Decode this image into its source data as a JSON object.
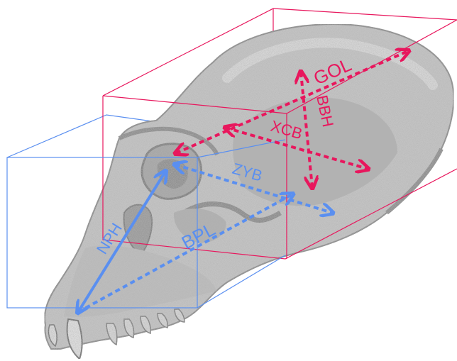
{
  "colors": {
    "measurement_red": "#e8175d",
    "measurement_blue": "#5a8ff0",
    "skull_fill": "#c4c4c4",
    "skull_shade": "#9a9a9a",
    "skull_dark": "#7a7a7a"
  },
  "labels": {
    "gol": "GOL",
    "bbh": "BBH",
    "xcb": "XCB",
    "zyb": "ZYB",
    "nph": "NPH",
    "bpl": "BPL"
  }
}
